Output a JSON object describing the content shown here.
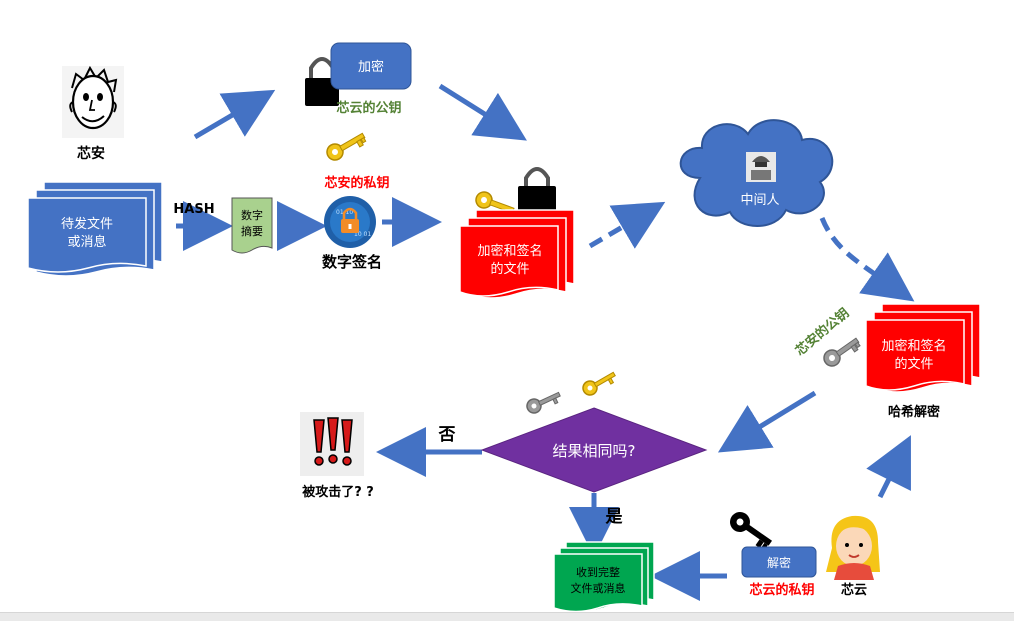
{
  "people": {
    "xinan_label": "芯安",
    "xinyun_label": "芯云",
    "attacker_label": "中间人"
  },
  "documents": {
    "source_line1": "待发文件",
    "source_line2": "或消息",
    "signed_top_line1": "加密和签名",
    "signed_top_line2": "的文件",
    "signed_right_line1": "加密和签名",
    "signed_right_line2": "的文件",
    "received_line1": "收到完整",
    "received_line2": "文件或消息"
  },
  "steps": {
    "hash_label": "HASH",
    "digest_line1": "数字",
    "digest_line2": "摘要",
    "digital_signature_label": "数字签名",
    "encrypt_button": "加密",
    "decrypt_button": "解密",
    "hash_decrypt_label": "哈希解密"
  },
  "keys": {
    "xinyun_public_key": "芯云的公钥",
    "xinan_private_key": "芯安的私钥",
    "xinan_public_key": "芯安的公钥",
    "xinyun_private_key": "芯云的私钥"
  },
  "decision": {
    "question": "结果相同吗?",
    "no_label": "否",
    "yes_label": "是",
    "attacked_label": "被攻击了? ?"
  },
  "colors": {
    "arrow_blue": "#4472c4",
    "doc_blue": "#4472c4",
    "doc_red": "#ff0000",
    "doc_green": "#00a650",
    "diamond_purple": "#7030a0",
    "cloud_blue": "#4472c4",
    "digest_green": "#a9d18e",
    "key_label_green": "#548235",
    "key_label_red": "#ff0000",
    "key_gold": "#f0c419",
    "key_gray": "#9a9a9a"
  }
}
